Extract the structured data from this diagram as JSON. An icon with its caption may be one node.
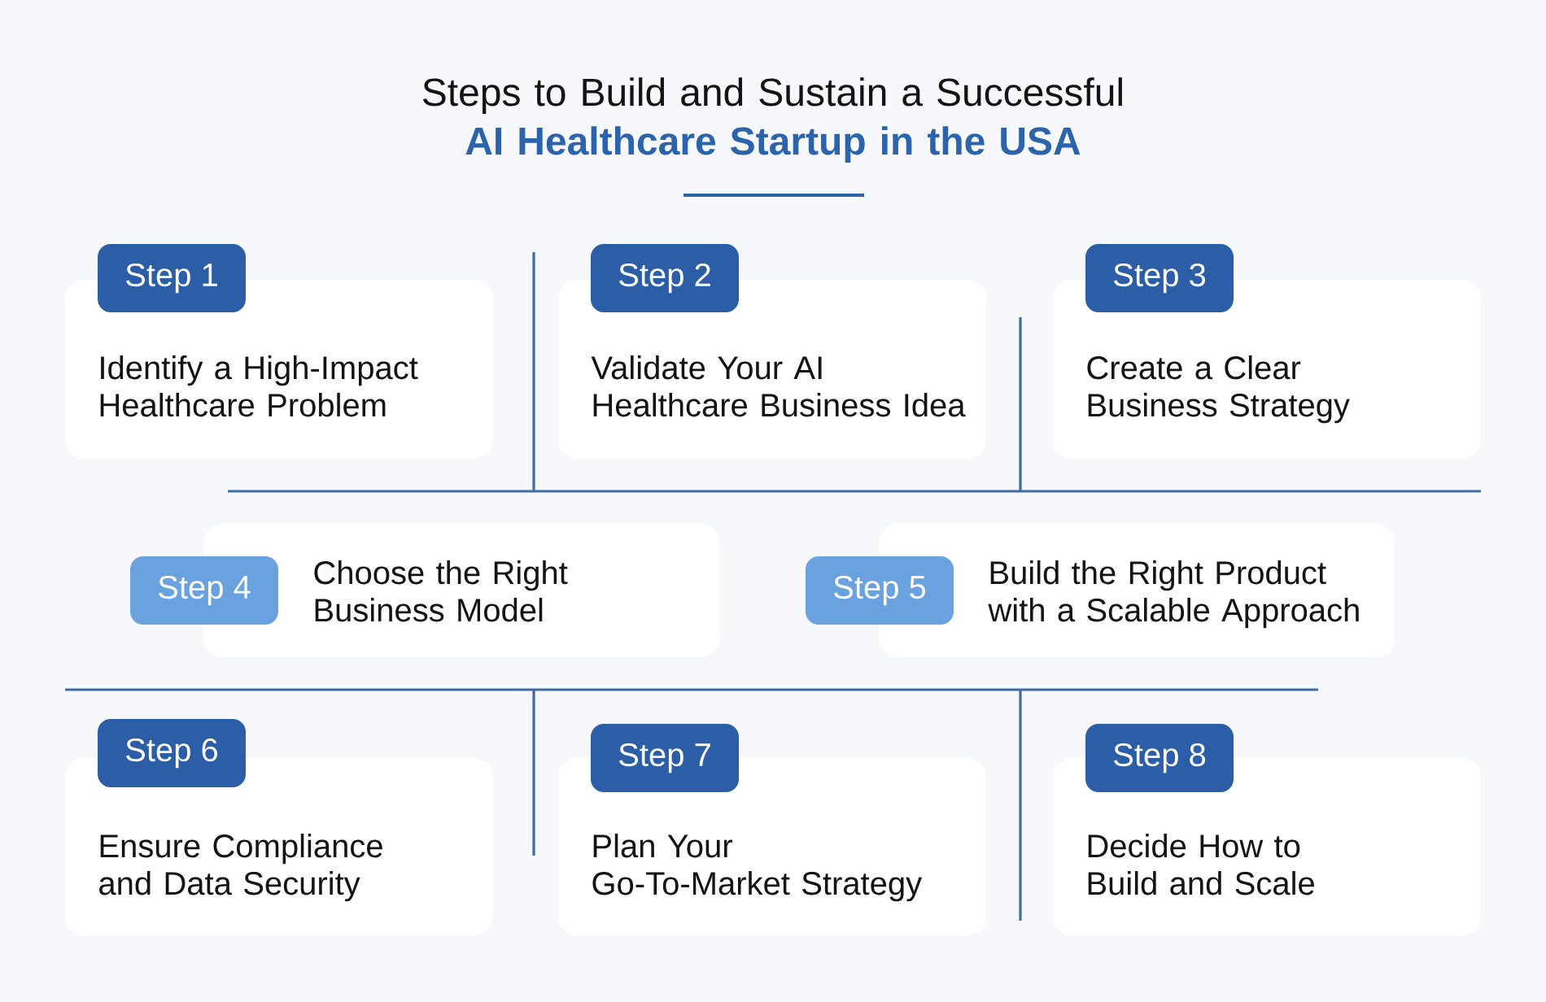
{
  "diagram": {
    "title": "Steps to Build and Sustain a Successful **AI Healthcare Startup in the USA**",
    "nodes": [
      {
        "text": [
          "Step 1"
        ]
      },
      {
        "text": [
          "Identify a High-Impact Healthcare Problem"
        ]
      },
      {
        "text": [
          "Step 2"
        ]
      },
      {
        "text": [
          "Validate Your AI Healthcare Business Idea"
        ]
      },
      {
        "text": [
          "Step 3"
        ]
      },
      {
        "text": [
          "Create a Clear Business Strategy"
        ]
      },
      {
        "text": [
          "Step 4"
        ]
      },
      {
        "text": [
          "Choose the Right Business Model"
        ]
      },
      {
        "text": [
          "Step 5"
        ]
      },
      {
        "text": [
          "Build the Right Product with a Scalable Approach"
        ]
      },
      {
        "text": [
          "Step 6"
        ]
      },
      {
        "text": [
          "Ensure Compliance and Data Security"
        ]
      },
      {
        "text": [
          "Step 7"
        ]
      },
      {
        "text": [
          "Plan Your Go-To-Market Strategy"
        ]
      },
      {
        "text": [
          "Step 8"
        ]
      },
      {
        "text": [
          "Decide How to Build and Scale"
        ]
      }
    ]
  }
}
